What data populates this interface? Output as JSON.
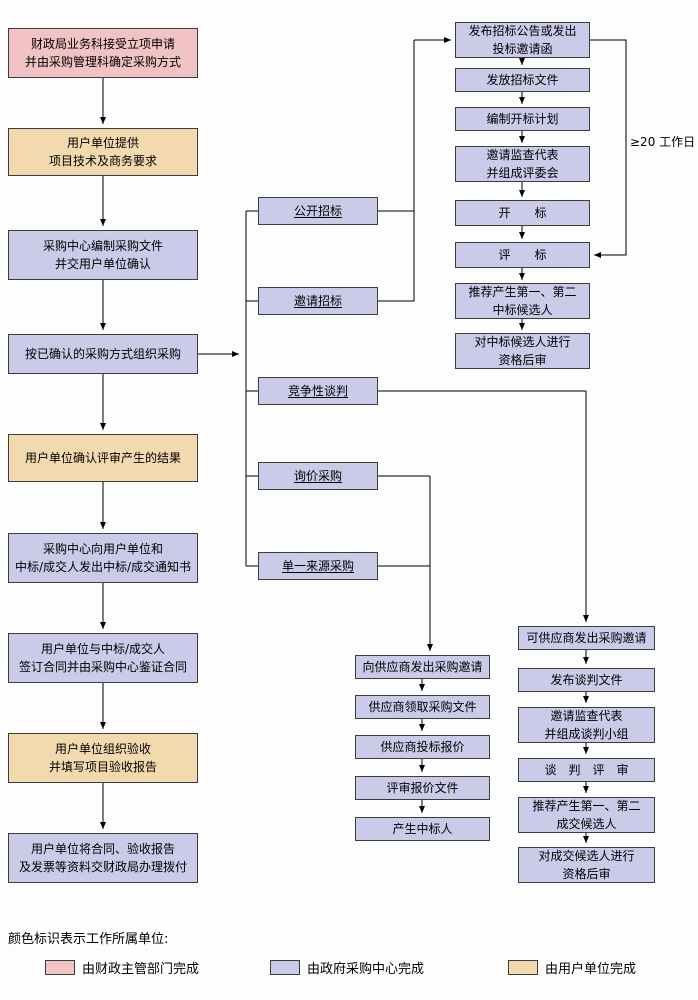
{
  "diagram": {
    "main_flow": [
      {
        "text": "财政局业务科接受立项申请\n并由采购管理科确定采购方式",
        "unit": "finance"
      },
      {
        "text": "用户单位提供\n项目技术及商务要求",
        "unit": "user"
      },
      {
        "text": "采购中心编制采购文件\n并交用户单位确认",
        "unit": "center"
      },
      {
        "text": "按已确认的采购方式组织采购",
        "unit": "center"
      },
      {
        "text": "用户单位确认评审产生的结果",
        "unit": "user"
      },
      {
        "text": "采购中心向用户单位和\n中标/成交人发出中标/成交通知书",
        "unit": "center"
      },
      {
        "text": "用户单位与中标/成交人\n签订合同并由采购中心鉴证合同",
        "unit": "center"
      },
      {
        "text": "用户单位组织验收\n并填写项目验收报告",
        "unit": "user"
      },
      {
        "text": "用户单位将合同、验收报告\n及发票等资料交财政局办理拨付",
        "unit": "center"
      }
    ],
    "methods": [
      {
        "text": "公开招标"
      },
      {
        "text": "邀请招标"
      },
      {
        "text": "竞争性谈判"
      },
      {
        "text": "询价采购"
      },
      {
        "text": "单一来源采购"
      }
    ],
    "tender_flow": [
      {
        "text": "发布招标公告或发出\n投标邀请函"
      },
      {
        "text": "发放招标文件"
      },
      {
        "text": "编制开标计划"
      },
      {
        "text": "邀请监查代表\n并组成评委会"
      },
      {
        "text": "开　　标"
      },
      {
        "text": "评　　标"
      },
      {
        "text": "推荐产生第一、第二\n中标候选人"
      },
      {
        "text": "对中标候选人进行\n资格后审"
      }
    ],
    "inquiry_flow": [
      {
        "text": "向供应商发出采购邀请"
      },
      {
        "text": "供应商领取采购文件"
      },
      {
        "text": "供应商投标报价"
      },
      {
        "text": "评审报价文件"
      },
      {
        "text": "产生中标人"
      }
    ],
    "negotiation_flow": [
      {
        "text": "可供应商发出采购邀请"
      },
      {
        "text": "发布谈判文件"
      },
      {
        "text": "邀请监查代表\n并组成谈判小组"
      },
      {
        "text": "谈　判　评　审"
      },
      {
        "text": "推荐产生第一、第二\n成交候选人"
      },
      {
        "text": "对成交候选人进行\n资格后审"
      }
    ],
    "annotation": {
      "duration": "≥20 工作日"
    },
    "legend": {
      "title": "颜色标识表示工作所属单位:",
      "items": [
        {
          "label": "由财政主管部门完成",
          "color": "#f1c3c3",
          "unit": "finance"
        },
        {
          "label": "由政府采购中心完成",
          "color": "#c9cbe9",
          "unit": "center"
        },
        {
          "label": "由用户单位完成",
          "color": "#f3d9ae",
          "unit": "user"
        }
      ]
    }
  }
}
